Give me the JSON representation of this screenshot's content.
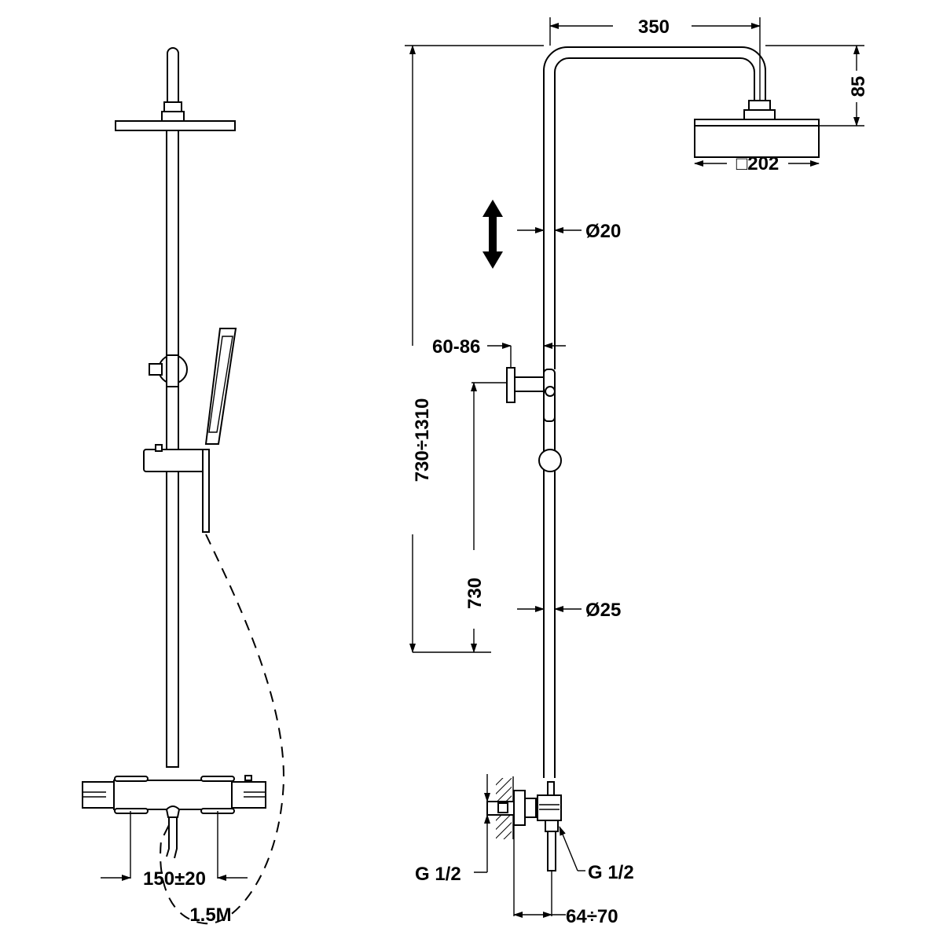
{
  "diagram": {
    "title": "Thermostatic shower column dimensions",
    "front_view": {
      "tap_spacing": "150±20",
      "hose_length": "1.5M"
    },
    "side_view": {
      "arm_reach": "350",
      "head_drop": "85",
      "head_size": "□202",
      "upper_pipe_diameter": "Ø20",
      "lower_pipe_diameter": "Ø25",
      "bracket_offset": "60-86",
      "total_height": "730÷1310",
      "lower_height": "730",
      "wall_inlet": "G 1/2",
      "outlet": "G 1/2",
      "wall_offset": "64÷70"
    }
  }
}
